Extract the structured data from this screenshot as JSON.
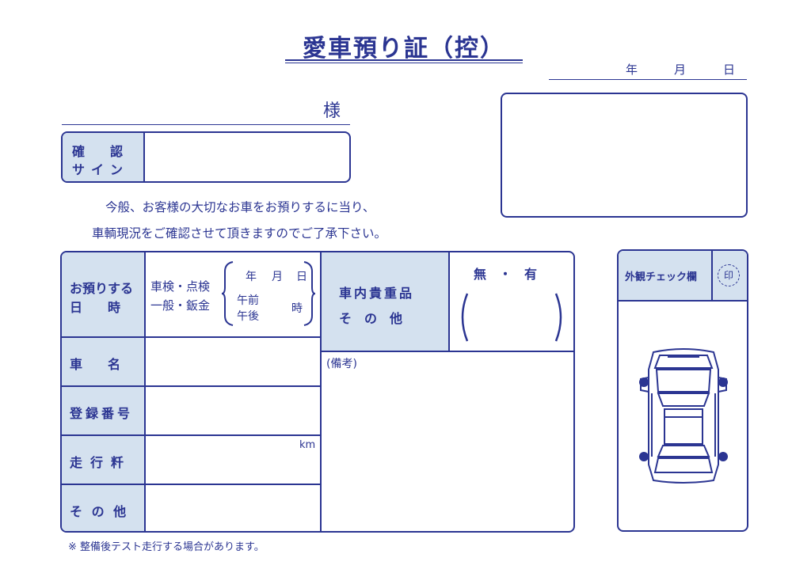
{
  "title": "愛車預り証（控）",
  "date": {
    "year": "年",
    "month": "月",
    "day": "日"
  },
  "customer_suffix": "様",
  "confirm_sign": {
    "line1": "確　認",
    "line2": "サイン"
  },
  "notice": {
    "line1": "今般、お客様の大切なお車をお預りするに当り、",
    "line2": "車輌現況をご確認させて頂きますのでご了承下さい。"
  },
  "table": {
    "deposit_label_1": "お預りする",
    "deposit_label_2": "日　　時",
    "service_line1": "車検・点検",
    "service_line2": "一般・鈑金",
    "dt_year": "年",
    "dt_month": "月",
    "dt_day": "日",
    "dt_am": "午前",
    "dt_pm": "午後",
    "dt_hour": "時",
    "valuables_label_1": "車内貴重品",
    "valuables_label_2": "そ　の　他",
    "presence": "無　・　有",
    "car_name": "車　　名",
    "reg_number": "登録番号",
    "mileage": "走行粁",
    "km": "km",
    "other": "そ の 他",
    "remarks": "(備考)"
  },
  "car_check": {
    "label": "外観チェック欄",
    "stamp": "印"
  },
  "footnote": "※ 整備後テスト走行する場合があります。",
  "colors": {
    "ink": "#2b3592",
    "shade": "#d4e1ef",
    "paper": "#ffffff"
  }
}
